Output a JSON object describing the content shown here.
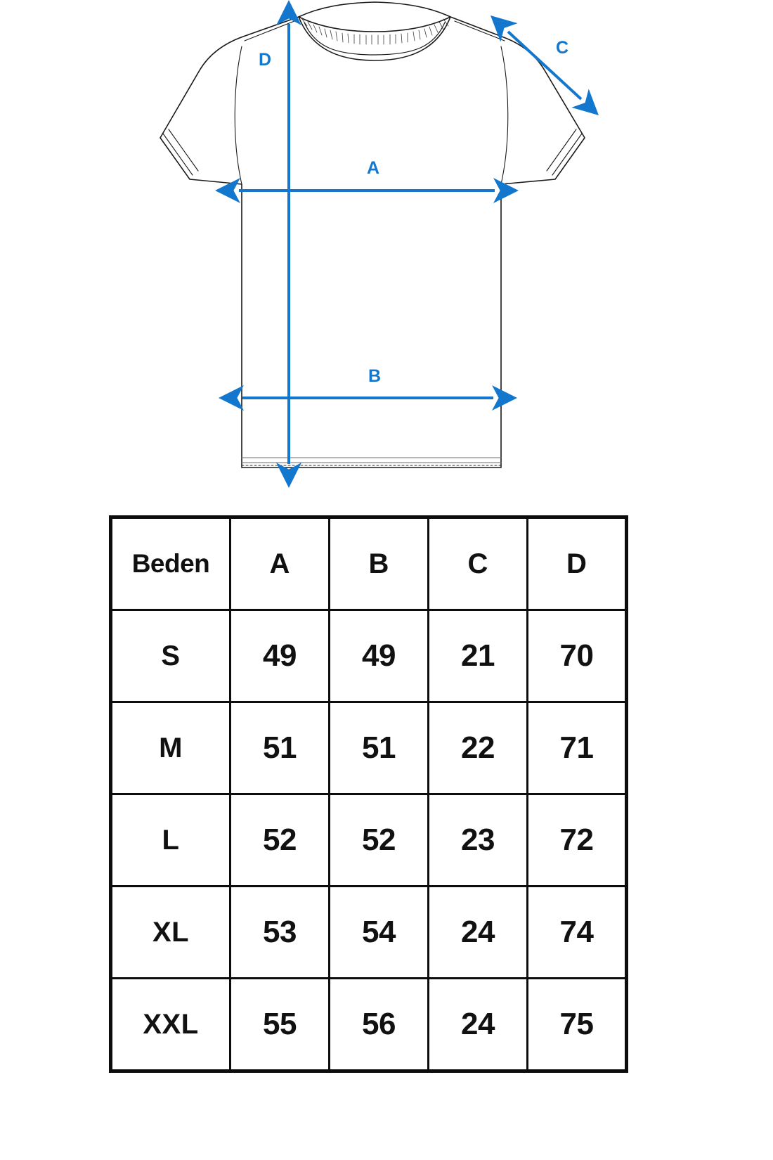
{
  "diagram": {
    "name": "t-shirt-measurement-diagram",
    "garment": "t-shirt-front-flat-sketch",
    "accent_color": "#1378cd",
    "outline_color": "#1a1a1a",
    "labels": [
      {
        "key": "A",
        "text": "A",
        "meaning": "chest-width",
        "orientation": "horizontal"
      },
      {
        "key": "B",
        "text": "B",
        "meaning": "hem-width",
        "orientation": "horizontal"
      },
      {
        "key": "C",
        "text": "C",
        "meaning": "sleeve-length",
        "orientation": "diagonal"
      },
      {
        "key": "D",
        "text": "D",
        "meaning": "body-length",
        "orientation": "vertical"
      }
    ]
  },
  "table": {
    "name": "size-chart",
    "headers": [
      "Beden",
      "A",
      "B",
      "C",
      "D"
    ],
    "rows": [
      {
        "size": "S",
        "A": "49",
        "B": "49",
        "C": "21",
        "D": "70"
      },
      {
        "size": "M",
        "A": "51",
        "B": "51",
        "C": "22",
        "D": "71"
      },
      {
        "size": "L",
        "A": "52",
        "B": "52",
        "C": "23",
        "D": "72"
      },
      {
        "size": "XL",
        "A": "53",
        "B": "54",
        "C": "24",
        "D": "74"
      },
      {
        "size": "XXL",
        "A": "55",
        "B": "56",
        "C": "24",
        "D": "75"
      }
    ]
  }
}
